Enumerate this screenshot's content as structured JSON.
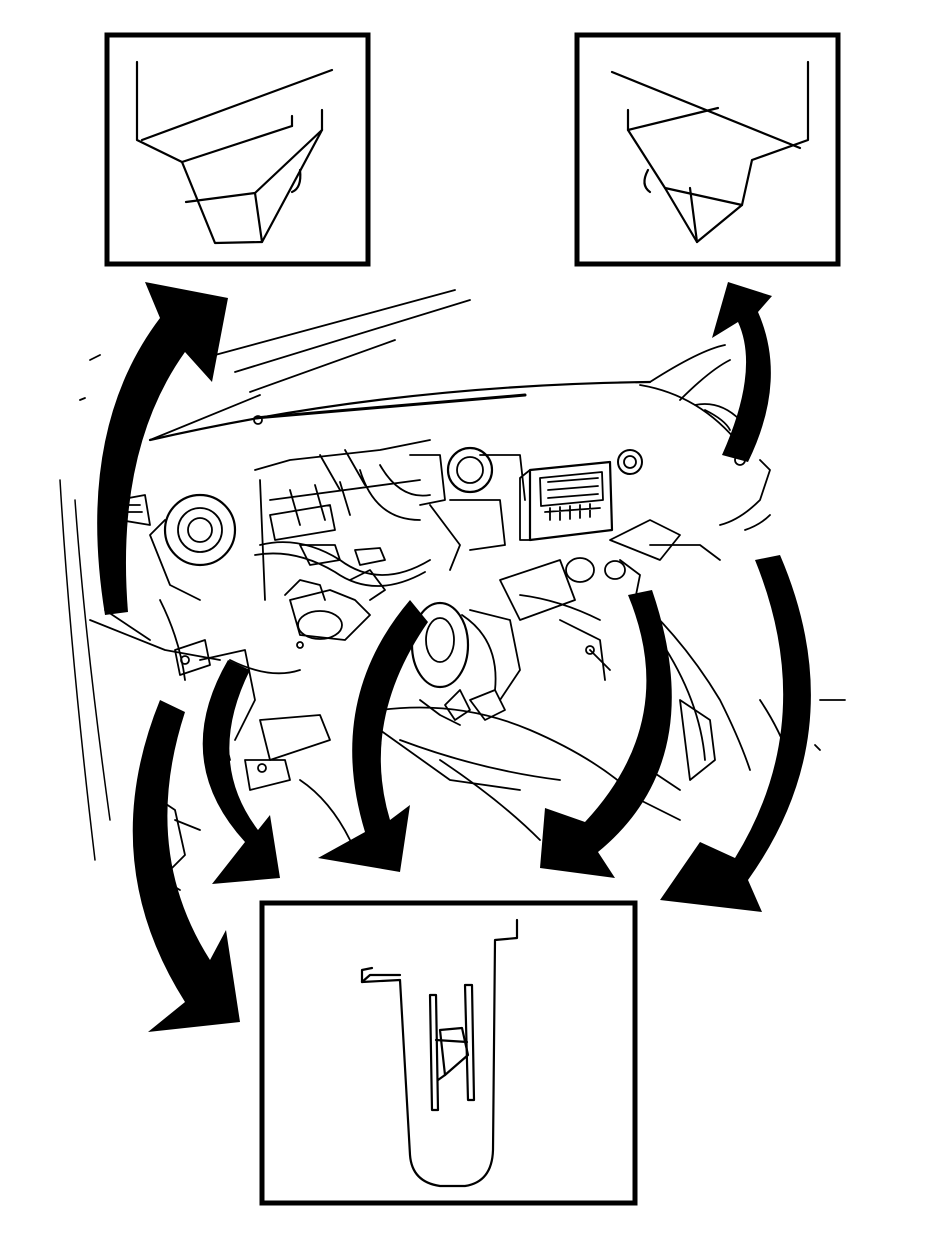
{
  "diagram": {
    "background": "#ffffff",
    "ink": "#000000",
    "insets": [
      {
        "name": "upper-left-clip-detail"
      },
      {
        "name": "upper-right-clip-detail"
      },
      {
        "name": "lower-clip-detail"
      }
    ],
    "arrows": [
      {
        "name": "arrow-to-upper-left-inset"
      },
      {
        "name": "arrow-to-upper-right-inset"
      },
      {
        "name": "arrow-to-lower-inset"
      }
    ]
  }
}
